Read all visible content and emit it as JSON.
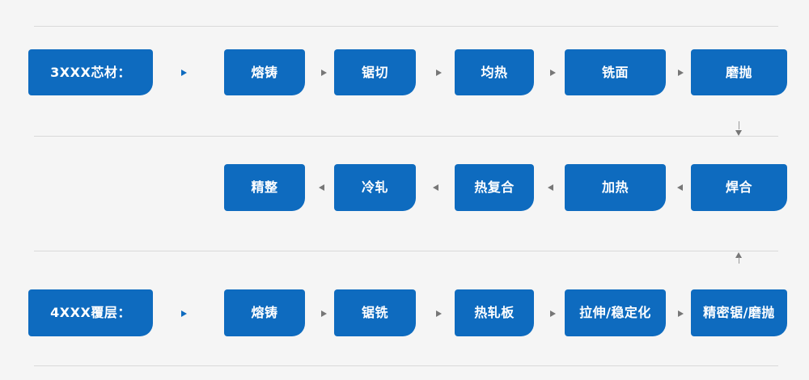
{
  "colors": {
    "box_fill": "#0e6bbf",
    "box_text": "#ffffff",
    "arrow": "#777777",
    "arrow_label": "#0e6bbf",
    "rule": "#d9d9d9",
    "background": "#f5f5f5"
  },
  "row1": {
    "label": "3XXX芯材：",
    "steps": [
      "熔铸",
      "锯切",
      "均热",
      "铣面",
      "磨抛"
    ]
  },
  "row2": {
    "steps": [
      "焊合",
      "加热",
      "热复合",
      "冷轧",
      "精整"
    ]
  },
  "row3": {
    "label": "4XXX覆层：",
    "steps": [
      "熔铸",
      "锯铣",
      "热轧板",
      "拉伸/稳定化",
      "精密锯/磨抛"
    ]
  }
}
